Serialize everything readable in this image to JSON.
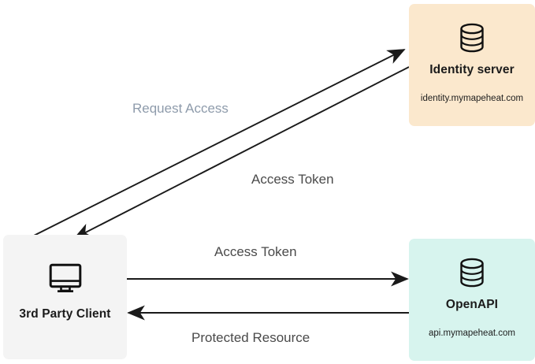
{
  "diagram": {
    "type": "oauth-flow-sequence-diagram",
    "background_color": "#ffffff",
    "nodes": [
      {
        "id": "identity-server",
        "title": "Identity server",
        "subtitle": "identity.mymapeheat.com",
        "icon": "database-icon",
        "fill_color": "#FBE8CD"
      },
      {
        "id": "openapi",
        "title": "OpenAPI",
        "subtitle": "api.mymapeheat.com",
        "icon": "database-icon",
        "fill_color": "#D7F4EE"
      },
      {
        "id": "third-party-client",
        "title": "3rd Party Client",
        "subtitle": "",
        "icon": "desktop-monitor-icon",
        "fill_color": "#F4F4F4"
      }
    ],
    "edges": [
      {
        "id": "request-access",
        "label": "Request Access",
        "from": "third-party-client",
        "to": "identity-server",
        "label_color": "#8E9BAB",
        "line_color": "#1a1a1a"
      },
      {
        "id": "access-token-from-identity",
        "label": "Access Token",
        "from": "identity-server",
        "to": "third-party-client",
        "label_color": "#4a4a4a",
        "line_color": "#1a1a1a"
      },
      {
        "id": "access-token-to-openapi",
        "label": "Access Token",
        "from": "third-party-client",
        "to": "openapi",
        "label_color": "#4a4a4a",
        "line_color": "#1a1a1a"
      },
      {
        "id": "protected-resource",
        "label": "Protected Resource",
        "from": "openapi",
        "to": "third-party-client",
        "label_color": "#4a4a4a",
        "line_color": "#1a1a1a"
      }
    ]
  }
}
